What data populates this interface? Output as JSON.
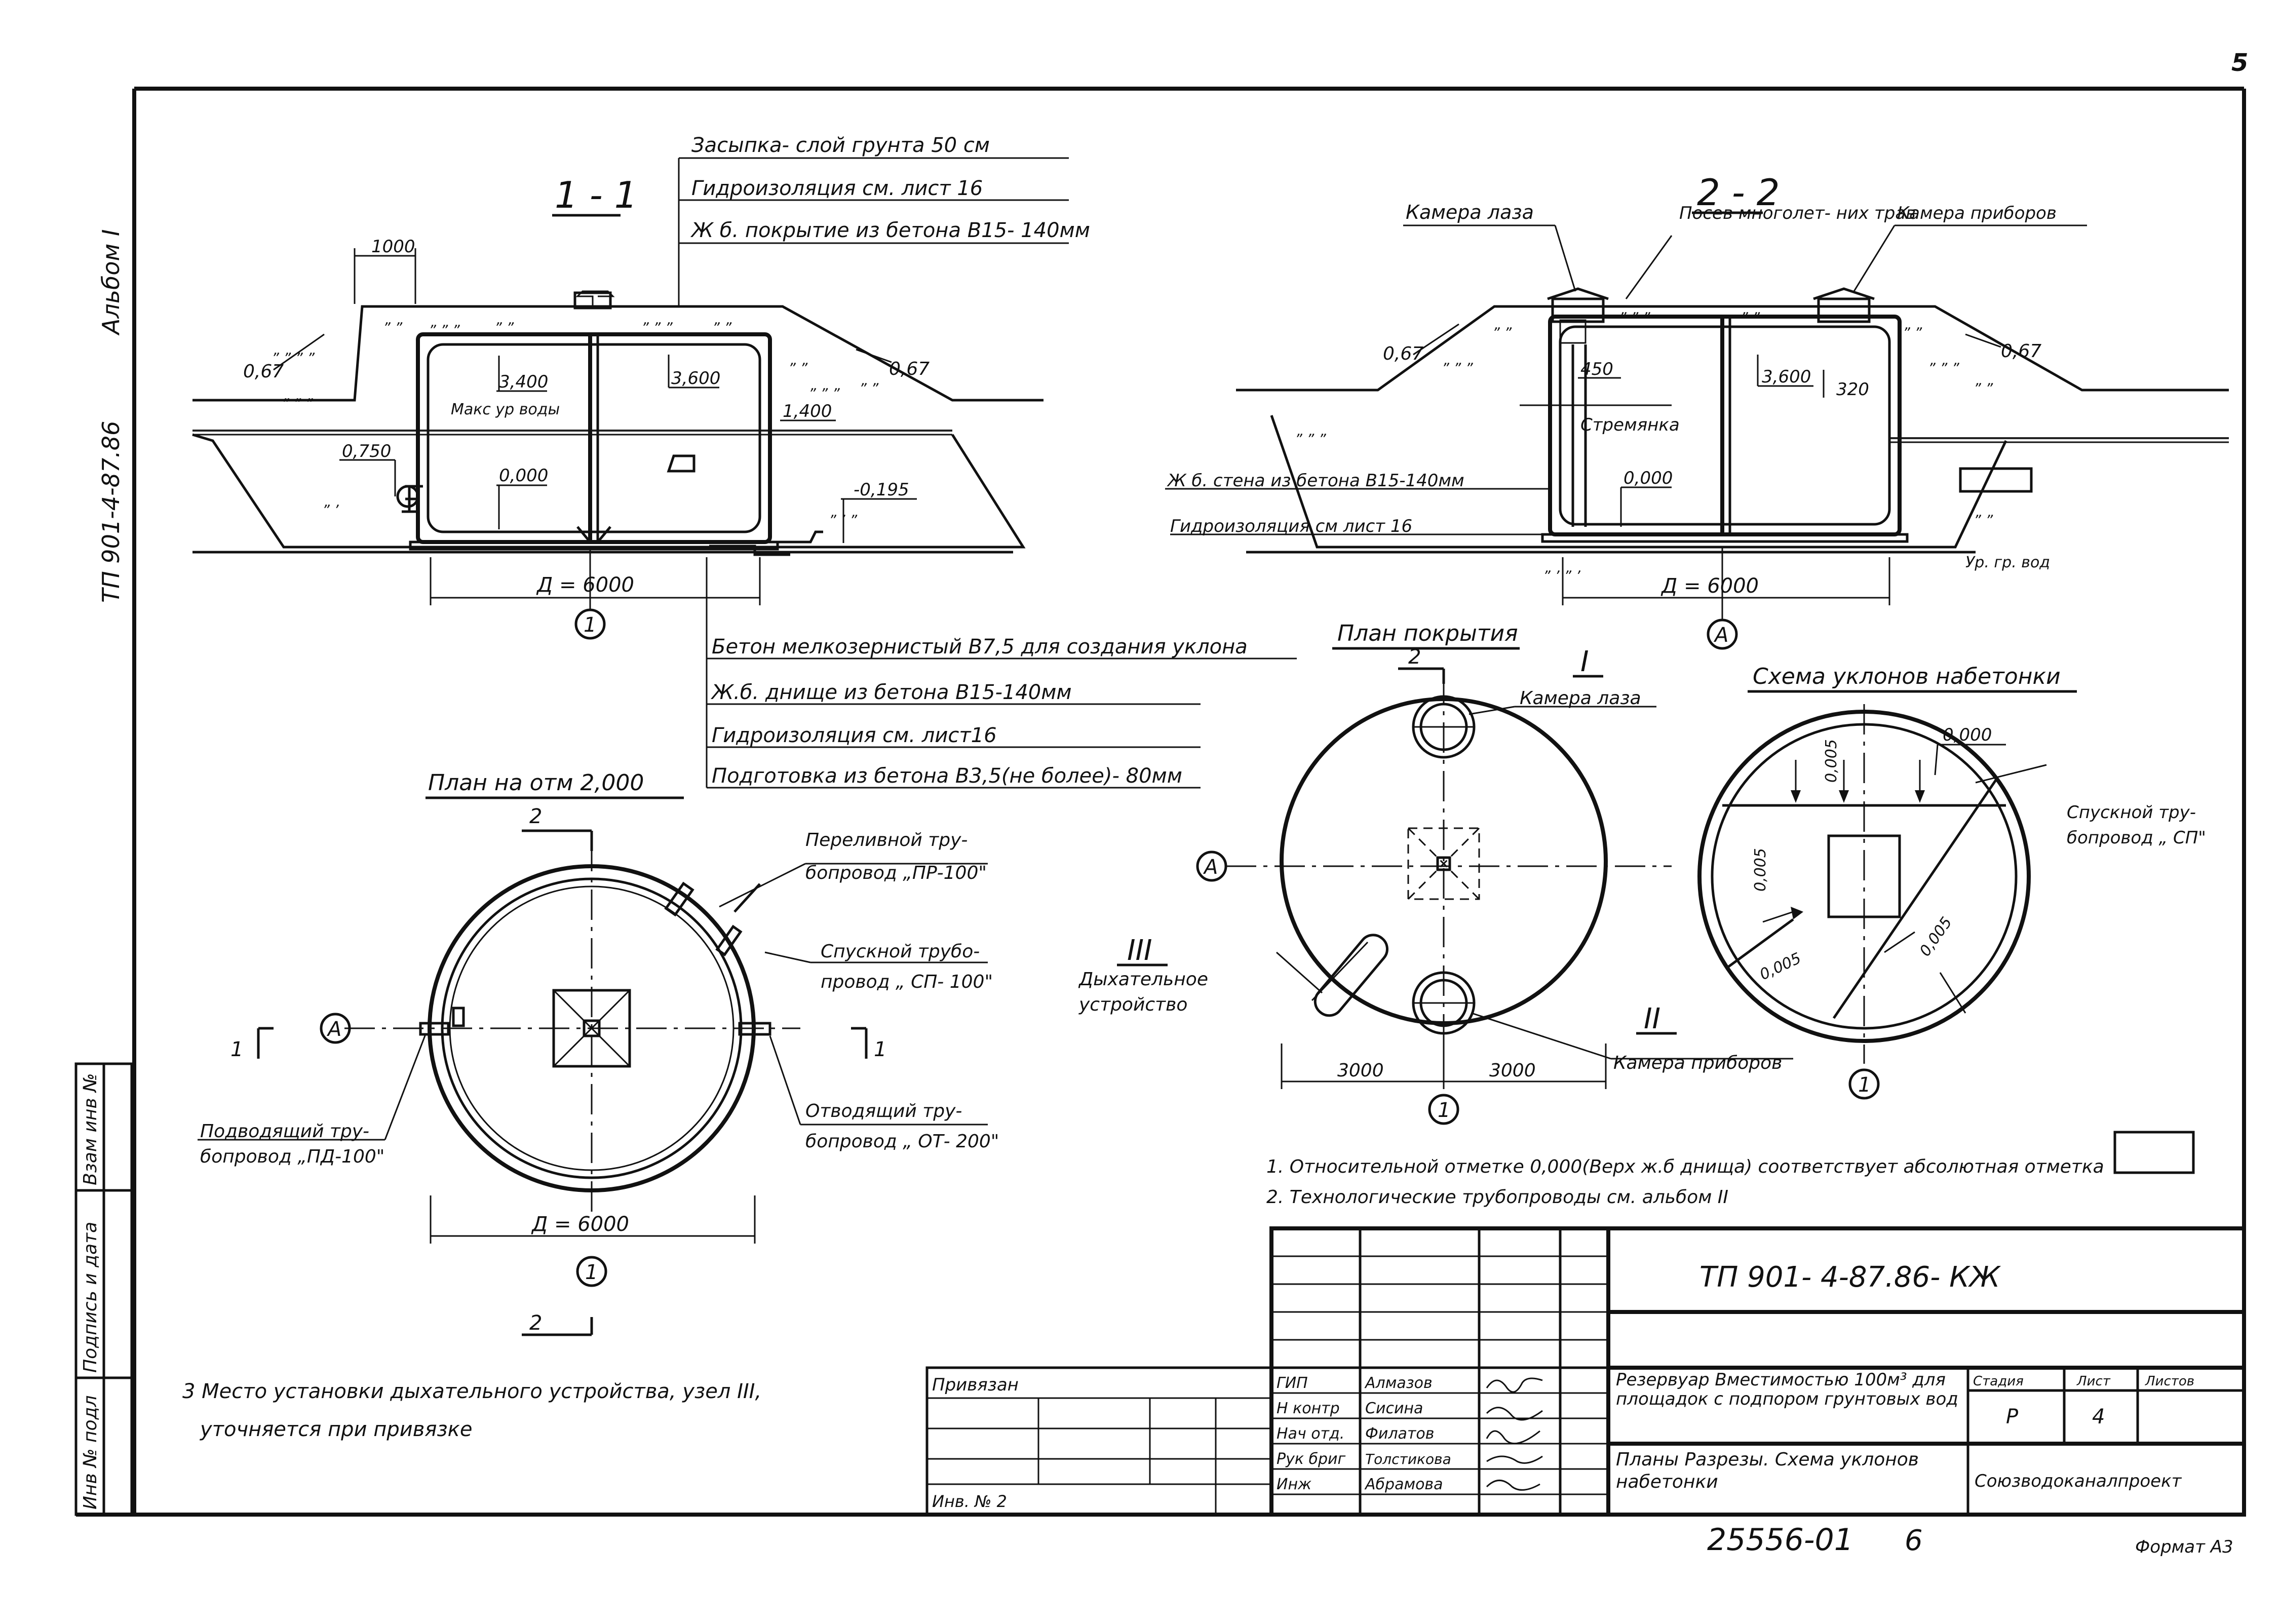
{
  "sheet_number": "5",
  "margin": {
    "album": "Альбом I",
    "project_code": "ТП 901-4-87.86",
    "inv_orig": "Инв № подл",
    "sign_date": "Подпись и дата",
    "inv_replace": "Взам инв №"
  },
  "section11": {
    "title": "1 - 1",
    "callouts": [
      "Засыпка- слой грунта 50 см",
      "Гидроизоляция  см. лист 16",
      "Ж б. покрытие из бетона В15- 140мм"
    ],
    "dim_top": "1000",
    "slope_left": "0,67",
    "slope_right": "0,67",
    "levels": [
      "3,400",
      "3,600",
      "1,400",
      "0,750",
      "0,000",
      "-0,195"
    ],
    "max_water": "Макс ур воды",
    "diameter": "Д = 6000",
    "axis": "1"
  },
  "bottom_callouts": [
    "Бетон мелкозернистый В7,5 для создания уклона",
    "Ж.б. днище из бетона В15-140мм",
    "Гидроизоляция см. лист16",
    "Подготовка из бетона В3,5(не более)- 80мм"
  ],
  "section22": {
    "title": "2 - 2",
    "manhole_chamber": "Камера лаза",
    "grass_sowing": "Посев многолет- них трав",
    "instrument_chamber": "Камера приборов",
    "slope_left": "0,67",
    "slope_right": "0,67",
    "levels": [
      "450",
      "3,600",
      "320",
      "0,000"
    ],
    "ladder": "Стремянка",
    "wall_note": "Ж б. стена из бетона В15-140мм",
    "waterproof_note": "Гидроизоляция см лист 16",
    "groundwater": "Ур. гр. вод",
    "diameter": "Д = 6000",
    "axis": "А"
  },
  "plan2000": {
    "title": "План на отм 2,000",
    "overflow_pipe": [
      "Переливной тру-",
      "бопровод „ПР-100\""
    ],
    "drain_pipe": [
      "Спускной трубо-",
      "провод „ СП- 100\""
    ],
    "outlet_pipe": [
      "Отводящий тру-",
      "бопровод „ ОТ- 200\""
    ],
    "inlet_pipe": [
      "Подводящий тру-",
      "бопровод „ПД-100\""
    ],
    "section_mark": "2",
    "cut_mark": "1",
    "axis_a": "А",
    "diameter": "Д = 6000",
    "axis_1": "1"
  },
  "cover_plan": {
    "title": "План покрытия",
    "manhole_chamber": "Камера лаза",
    "instrument_chamber": "Камера приборов",
    "breather": [
      "Дыхательное",
      "устройство"
    ],
    "node_1": "I",
    "node_2": "II",
    "node_3": "III",
    "section_mark": "2",
    "dim_left": "3000",
    "dim_right": "3000",
    "axis_a": "А",
    "axis_1": "1"
  },
  "slope_scheme": {
    "title": "Схема уклонов набетонки",
    "level": "0,000",
    "drain": [
      "Спускной тру-",
      "бопровод „ СП\""
    ],
    "slopes": [
      "0,005",
      "0,005",
      "0,005",
      "0,005"
    ],
    "axis_1": "1"
  },
  "notes": [
    "1. Относительной отметке 0,000(Верх ж.б днища) соответствует абсолютная отметка",
    "2. Технологические трубопроводы см. альбом II"
  ],
  "note3": [
    "3 Место установки дыхательного устройства, узел III,",
    "уточняется при привязке"
  ],
  "title_block": {
    "code": "ТП 901- 4-87.86- КЖ",
    "privyazan": "Привязан",
    "inv": "Инв. № 2",
    "roles": [
      "ГИП",
      "Н контр",
      "Нач отд.",
      "Рук бриг",
      "Инж"
    ],
    "names": [
      "Алмазов",
      "Сисина",
      "Филатов",
      "Толстикова",
      "Абрамова"
    ],
    "object": "Резервуар Вместимостью 100м³ для площадок с подпором грунтовых вод",
    "sheet_title": "Планы Разрезы. Схема уклонов набетонки",
    "stage_h": "Стадия",
    "sheet_h": "Лист",
    "sheets_h": "Листов",
    "stage": "Р",
    "sheet": "4",
    "org": "Союзводоканалпроект"
  },
  "archive": "25556-01",
  "archive_sheet": "6",
  "format": "Формат А3"
}
